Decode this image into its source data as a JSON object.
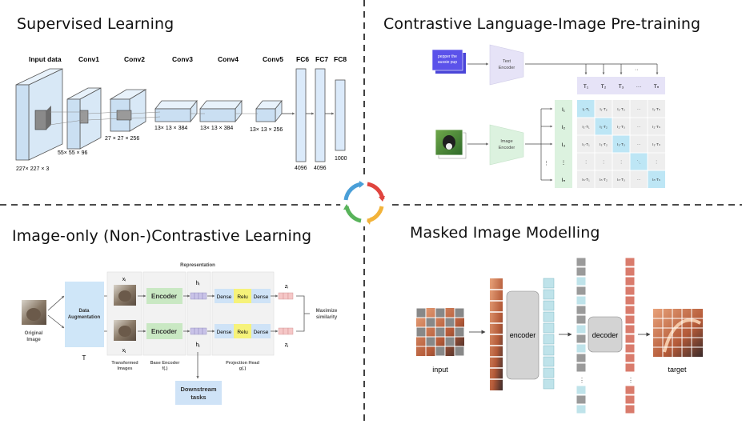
{
  "quadrants": {
    "supervised": {
      "title": "Supervised Learning",
      "layers": [
        "Input data",
        "Conv1",
        "Conv2",
        "Conv3",
        "Conv4",
        "Conv5",
        "FC6",
        "FC7",
        "FC8"
      ],
      "dims": [
        "227× 227 × 3",
        "55× 55 × 96",
        "27 × 27 × 256",
        "13× 13 × 384",
        "13× 13 × 384",
        "13× 13 × 256",
        "4096",
        "4096",
        "1000"
      ]
    },
    "clip": {
      "title": "Contrastive Language-Image Pre-training",
      "text_input": [
        "pepper the",
        "aussie pup"
      ],
      "text_encoder": [
        "Text",
        "Encoder"
      ],
      "image_encoder": [
        "Image",
        "Encoder"
      ],
      "text_tokens": [
        "T₁",
        "T₂",
        "T₃",
        "···",
        "Tₙ"
      ],
      "image_tokens": [
        "I₁",
        "I₂",
        "I₃",
        "⋮",
        "Iₙ"
      ],
      "matrix": [
        [
          "I₁·T₁",
          "I₁·T₂",
          "I₁·T₃",
          "···",
          "I₁·Tₙ"
        ],
        [
          "I₂·T₁",
          "I₂·T₂",
          "I₂·T₃",
          "···",
          "I₂·Tₙ"
        ],
        [
          "I₃·T₁",
          "I₃·T₂",
          "I₃·T₃",
          "···",
          "I₃·Tₙ"
        ],
        [
          "⋮",
          "⋮",
          "⋮",
          "⋱",
          "⋮"
        ],
        [
          "Iₙ·T₁",
          "Iₙ·T₂",
          "Iₙ·T₃",
          "···",
          "Iₙ·Tₙ"
        ]
      ],
      "ellipsis": "··"
    },
    "contrastive": {
      "title": "Image-only (Non-)Contrastive Learning",
      "representation": "Representation",
      "original": [
        "Original",
        "Image"
      ],
      "augmentation": [
        "Data",
        "Augmentation"
      ],
      "t_label": "T",
      "xi": "xᵢ",
      "xj": "xⱼ",
      "hi": "hᵢ",
      "hj": "hⱼ",
      "zi": "zᵢ",
      "zj": "zⱼ",
      "encoder": "Encoder",
      "dense": "Dense",
      "relu": "Relu",
      "maximize": [
        "Maximize",
        "similarity"
      ],
      "transformed": [
        "Transformed",
        "Images"
      ],
      "base_encoder": [
        "Base Encoder",
        "f(.)"
      ],
      "projection_head": [
        "Projection Head",
        "g(.)"
      ],
      "downstream": [
        "Downstream",
        "tasks"
      ]
    },
    "masked": {
      "title": "Masked Image Modelling",
      "input": "input",
      "encoder": "encoder",
      "decoder": "decoder",
      "target": "target",
      "vdots": "⋮"
    }
  },
  "colors": {
    "divider": "#111111",
    "clip_text": "#e6e3f7",
    "clip_image": "#dcf2df",
    "clip_diag": "#bde6f5",
    "clip_cell": "#eeeeee",
    "aug": "#cfe6f8",
    "encoder_green": "#c9e8c3",
    "dense_blue": "#cfe3f7",
    "relu_yellow": "#f6f27a",
    "vec_purple": "#c9c3e8",
    "vec_pink": "#f5c7c7",
    "mae_cyan": "#bfe3ea",
    "mae_gray": "#9a9a9a",
    "mae_red": "#d97b6c"
  }
}
